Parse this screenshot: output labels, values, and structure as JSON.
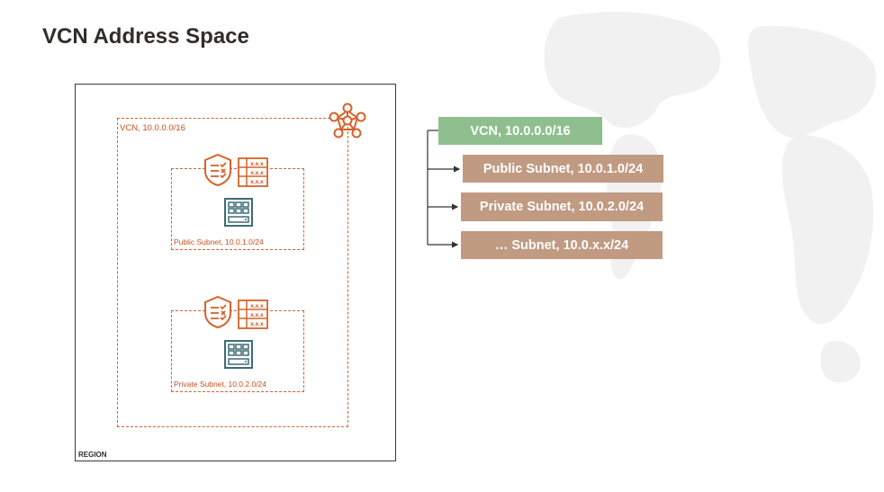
{
  "title": "VCN Address Space",
  "diagram": {
    "region_label": "REGION",
    "vcn_label": "VCN, 10.0.0.0/16",
    "public_subnet_label": "Public Subnet, 10.0.1.0/24",
    "private_subnet_label": "Private Subnet, 10.0.2.0/24",
    "route_table_cell": "x.x.x",
    "icons": [
      "vcn-network-icon",
      "security-list-shield-icon",
      "route-table-icon",
      "compute-instance-icon"
    ]
  },
  "hierarchy": {
    "root": "VCN, 10.0.0.0/16",
    "children": [
      "Public Subnet, 10.0.1.0/24",
      "Private Subnet, 10.0.2.0/24",
      "… Subnet, 10.0.x.x/24"
    ]
  },
  "colors": {
    "accent_orange": "#d5622b",
    "vcn_green": "#8fbf8e",
    "subnet_tan": "#c19a82",
    "instance_teal": "#3f6c77",
    "title_dark": "#312d2a"
  }
}
